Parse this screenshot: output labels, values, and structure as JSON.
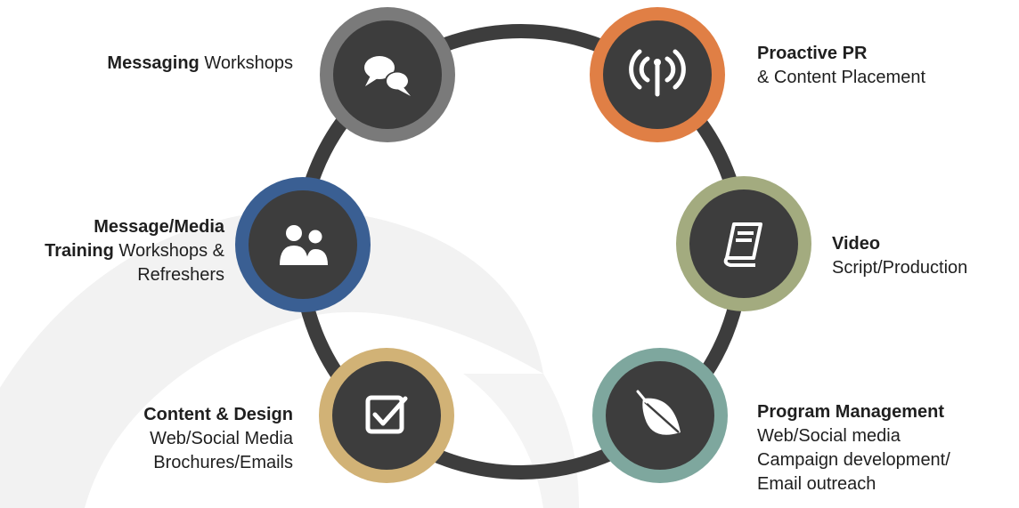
{
  "nodes": [
    {
      "id": "messaging",
      "icon": "speech-bubbles-icon",
      "ring_color": "#7a7a7a",
      "title": "Messaging",
      "inline_suffix": " Workshops",
      "lines": []
    },
    {
      "id": "proactive-pr",
      "icon": "broadcast-antenna-icon",
      "ring_color": "#e07f45",
      "title": "Proactive PR",
      "inline_suffix": "",
      "lines": [
        "& Content Placement"
      ]
    },
    {
      "id": "media-training",
      "icon": "two-people-icon",
      "ring_color": "#3a5f93",
      "title": "Message/Media",
      "title2": "Training",
      "inline_suffix": " Workshops &",
      "lines": [
        "Refreshers"
      ]
    },
    {
      "id": "video",
      "icon": "book-icon",
      "ring_color": "#a3ab7f",
      "title": "Video",
      "inline_suffix": "",
      "lines": [
        "Script/Production"
      ]
    },
    {
      "id": "content-design",
      "icon": "checkbox-icon",
      "ring_color": "#d1b276",
      "title": "Content & Design",
      "inline_suffix": "",
      "lines": [
        "Web/Social Media",
        "Brochures/Emails"
      ]
    },
    {
      "id": "program-management",
      "icon": "leaf-icon",
      "ring_color": "#7ea79e",
      "title": "Program Management",
      "inline_suffix": "",
      "lines": [
        "Web/Social media",
        "Campaign development/",
        "Email outreach"
      ]
    }
  ],
  "colors": {
    "ring_track": "#3d3d3d",
    "node_fill": "#3d3d3d",
    "icon": "#ffffff",
    "swoosh": "#f1f1f1"
  }
}
